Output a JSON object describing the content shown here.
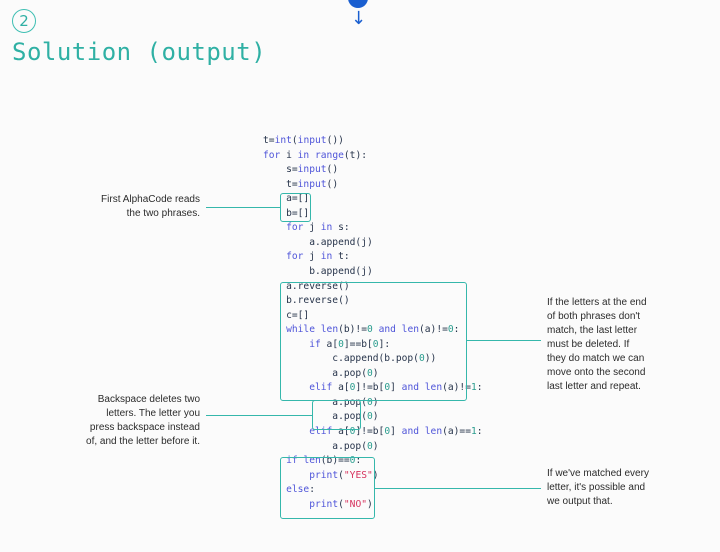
{
  "header": {
    "step": "2",
    "title": "Solution (output)"
  },
  "code_lines": [
    [
      {
        "t": "t=",
        "c": ""
      },
      {
        "t": "int",
        "c": "kw"
      },
      {
        "t": "(",
        "c": ""
      },
      {
        "t": "input",
        "c": "kw"
      },
      {
        "t": "())",
        "c": ""
      }
    ],
    [
      {
        "t": "for",
        "c": "kw"
      },
      {
        "t": " i ",
        "c": ""
      },
      {
        "t": "in",
        "c": "kw"
      },
      {
        "t": " ",
        "c": ""
      },
      {
        "t": "range",
        "c": "kw"
      },
      {
        "t": "(t):",
        "c": ""
      }
    ],
    [
      {
        "t": "    s=",
        "c": ""
      },
      {
        "t": "input",
        "c": "kw"
      },
      {
        "t": "()",
        "c": ""
      }
    ],
    [
      {
        "t": "    t=",
        "c": ""
      },
      {
        "t": "input",
        "c": "kw"
      },
      {
        "t": "()",
        "c": ""
      }
    ],
    [
      {
        "t": "    a=[]",
        "c": ""
      }
    ],
    [
      {
        "t": "    b=[]",
        "c": ""
      }
    ],
    [
      {
        "t": "    ",
        "c": ""
      },
      {
        "t": "for",
        "c": "kw"
      },
      {
        "t": " j ",
        "c": ""
      },
      {
        "t": "in",
        "c": "kw"
      },
      {
        "t": " s:",
        "c": ""
      }
    ],
    [
      {
        "t": "        a.append(j)",
        "c": ""
      }
    ],
    [
      {
        "t": "    ",
        "c": ""
      },
      {
        "t": "for",
        "c": "kw"
      },
      {
        "t": " j ",
        "c": ""
      },
      {
        "t": "in",
        "c": "kw"
      },
      {
        "t": " t:",
        "c": ""
      }
    ],
    [
      {
        "t": "        b.append(j)",
        "c": ""
      }
    ],
    [
      {
        "t": "    a.reverse()",
        "c": ""
      }
    ],
    [
      {
        "t": "    b.reverse()",
        "c": ""
      }
    ],
    [
      {
        "t": "    c=[]",
        "c": ""
      }
    ],
    [
      {
        "t": "    ",
        "c": ""
      },
      {
        "t": "while",
        "c": "kw"
      },
      {
        "t": " ",
        "c": ""
      },
      {
        "t": "len",
        "c": "kw"
      },
      {
        "t": "(b)!=",
        "c": ""
      },
      {
        "t": "0",
        "c": "num"
      },
      {
        "t": " ",
        "c": ""
      },
      {
        "t": "and",
        "c": "kw"
      },
      {
        "t": " ",
        "c": ""
      },
      {
        "t": "len",
        "c": "kw"
      },
      {
        "t": "(a)!=",
        "c": ""
      },
      {
        "t": "0",
        "c": "num"
      },
      {
        "t": ":",
        "c": ""
      }
    ],
    [
      {
        "t": "        ",
        "c": ""
      },
      {
        "t": "if",
        "c": "kw"
      },
      {
        "t": " a[",
        "c": ""
      },
      {
        "t": "0",
        "c": "num"
      },
      {
        "t": "]==b[",
        "c": ""
      },
      {
        "t": "0",
        "c": "num"
      },
      {
        "t": "]:",
        "c": ""
      }
    ],
    [
      {
        "t": "            c.append(b.pop(",
        "c": ""
      },
      {
        "t": "0",
        "c": "num"
      },
      {
        "t": "))",
        "c": ""
      }
    ],
    [
      {
        "t": "            a.pop(",
        "c": ""
      },
      {
        "t": "0",
        "c": "num"
      },
      {
        "t": ")",
        "c": ""
      }
    ],
    [
      {
        "t": "        ",
        "c": ""
      },
      {
        "t": "elif",
        "c": "kw"
      },
      {
        "t": " a[",
        "c": ""
      },
      {
        "t": "0",
        "c": "num"
      },
      {
        "t": "]!=b[",
        "c": ""
      },
      {
        "t": "0",
        "c": "num"
      },
      {
        "t": "] ",
        "c": ""
      },
      {
        "t": "and",
        "c": "kw"
      },
      {
        "t": " ",
        "c": ""
      },
      {
        "t": "len",
        "c": "kw"
      },
      {
        "t": "(a)!=",
        "c": ""
      },
      {
        "t": "1",
        "c": "num"
      },
      {
        "t": ":",
        "c": ""
      }
    ],
    [
      {
        "t": "            a.pop(",
        "c": ""
      },
      {
        "t": "0",
        "c": "num"
      },
      {
        "t": ")",
        "c": ""
      }
    ],
    [
      {
        "t": "            a.pop(",
        "c": ""
      },
      {
        "t": "0",
        "c": "num"
      },
      {
        "t": ")",
        "c": ""
      }
    ],
    [
      {
        "t": "        ",
        "c": ""
      },
      {
        "t": "elif",
        "c": "kw"
      },
      {
        "t": " a[",
        "c": ""
      },
      {
        "t": "0",
        "c": "num"
      },
      {
        "t": "]!=b[",
        "c": ""
      },
      {
        "t": "0",
        "c": "num"
      },
      {
        "t": "] ",
        "c": ""
      },
      {
        "t": "and",
        "c": "kw"
      },
      {
        "t": " ",
        "c": ""
      },
      {
        "t": "len",
        "c": "kw"
      },
      {
        "t": "(a)==",
        "c": ""
      },
      {
        "t": "1",
        "c": "num"
      },
      {
        "t": ":",
        "c": ""
      }
    ],
    [
      {
        "t": "            a.pop(",
        "c": ""
      },
      {
        "t": "0",
        "c": "num"
      },
      {
        "t": ")",
        "c": ""
      }
    ],
    [
      {
        "t": "    ",
        "c": ""
      },
      {
        "t": "if",
        "c": "kw"
      },
      {
        "t": " ",
        "c": ""
      },
      {
        "t": "len",
        "c": "kw"
      },
      {
        "t": "(b)==",
        "c": ""
      },
      {
        "t": "0",
        "c": "num"
      },
      {
        "t": ":",
        "c": ""
      }
    ],
    [
      {
        "t": "        ",
        "c": ""
      },
      {
        "t": "print",
        "c": "kw"
      },
      {
        "t": "(",
        "c": ""
      },
      {
        "t": "\"YES\"",
        "c": "str"
      },
      {
        "t": ")",
        "c": ""
      }
    ],
    [
      {
        "t": "    ",
        "c": ""
      },
      {
        "t": "else",
        "c": "kw"
      },
      {
        "t": ":",
        "c": ""
      }
    ],
    [
      {
        "t": "        ",
        "c": ""
      },
      {
        "t": "print",
        "c": "kw"
      },
      {
        "t": "(",
        "c": ""
      },
      {
        "t": "\"NO\"",
        "c": "str"
      },
      {
        "t": ")",
        "c": ""
      }
    ]
  ],
  "annotations": {
    "read_phrases": [
      "First AlphaCode reads",
      "the two phrases."
    ],
    "backspace": [
      "Backspace deletes two",
      "letters. The letter you",
      "press backspace instead",
      "of, and the letter before it."
    ],
    "match_end": [
      "If the letters at the end",
      "of both phrases don't",
      "match, the last letter",
      "must be deleted. If",
      "they do match we can",
      "move onto the second",
      "last letter and repeat."
    ],
    "output": [
      "If we've matched every",
      "letter, it's possible and",
      "we output that."
    ]
  },
  "colors": {
    "accent": "#35b7ab",
    "keyword": "#4f55d9",
    "number": "#2a9c8e",
    "string": "#d6335e",
    "arrow": "#1a5fd0"
  }
}
